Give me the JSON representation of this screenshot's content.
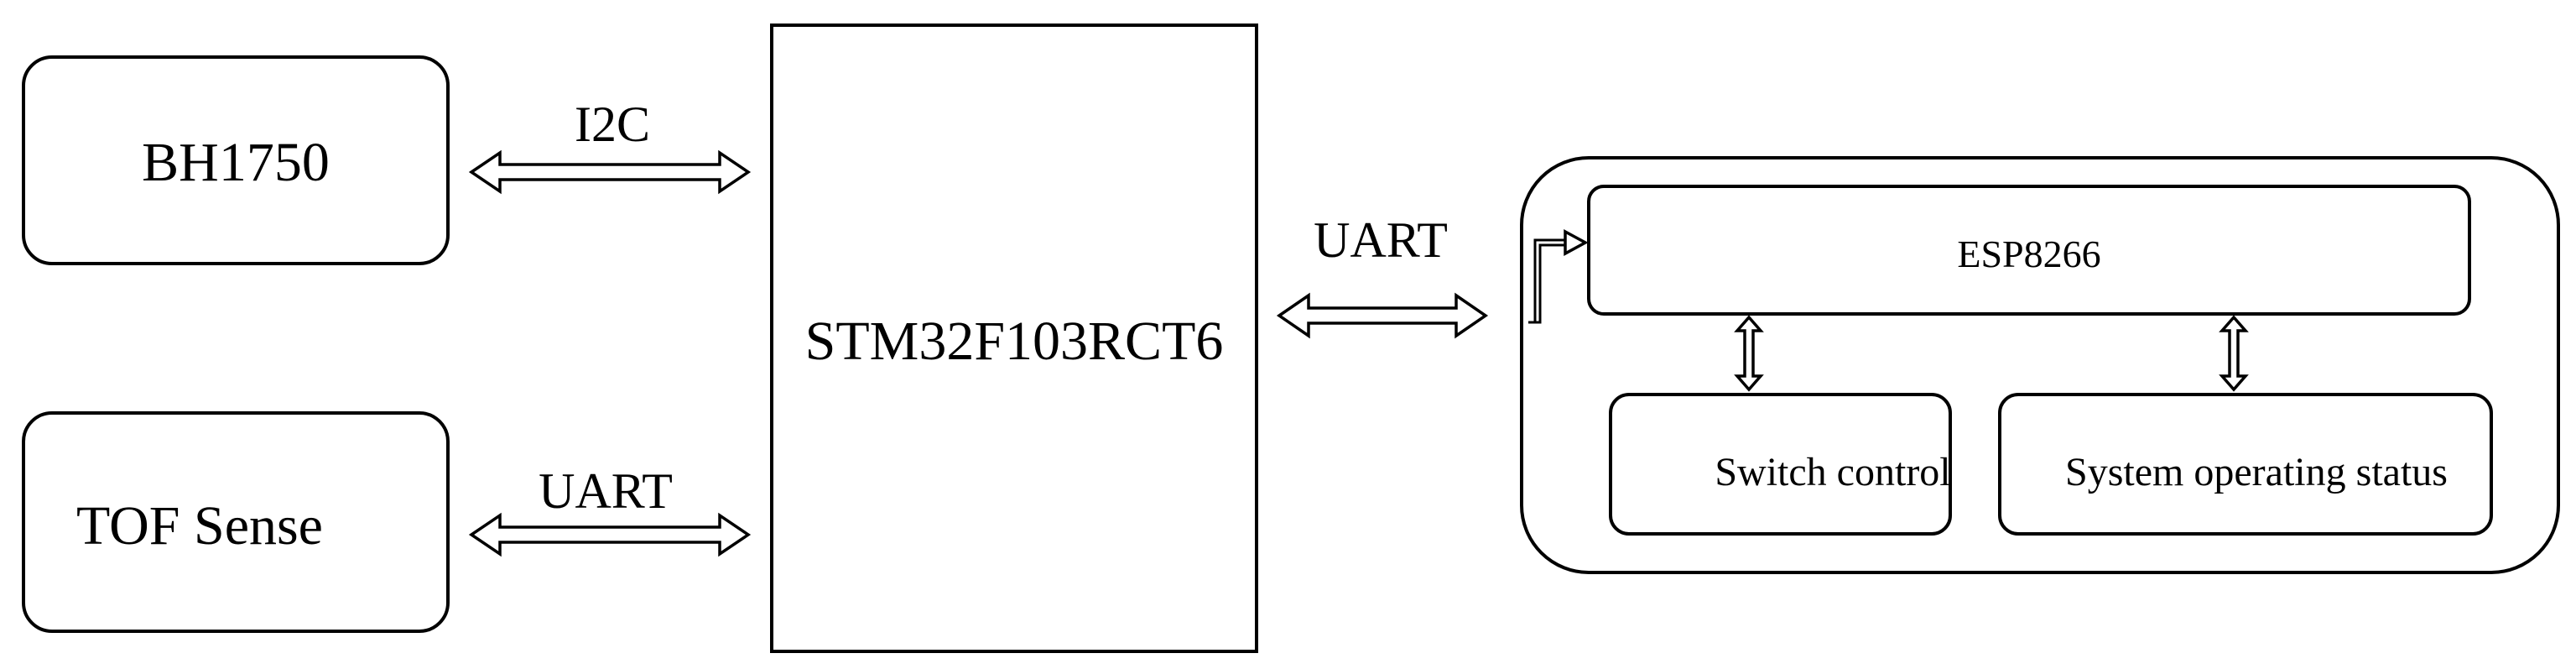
{
  "nodes": {
    "bh1750": "BH1750",
    "tof_sense": "TOF Sense",
    "mcu": "STM32F103RCT6",
    "esp8266": "ESP8266",
    "switch_control": "Switch control",
    "system_status": "System operating status"
  },
  "links": {
    "bh1750_mcu": "I2C",
    "tof_mcu": "UART",
    "mcu_esp": "UART"
  }
}
